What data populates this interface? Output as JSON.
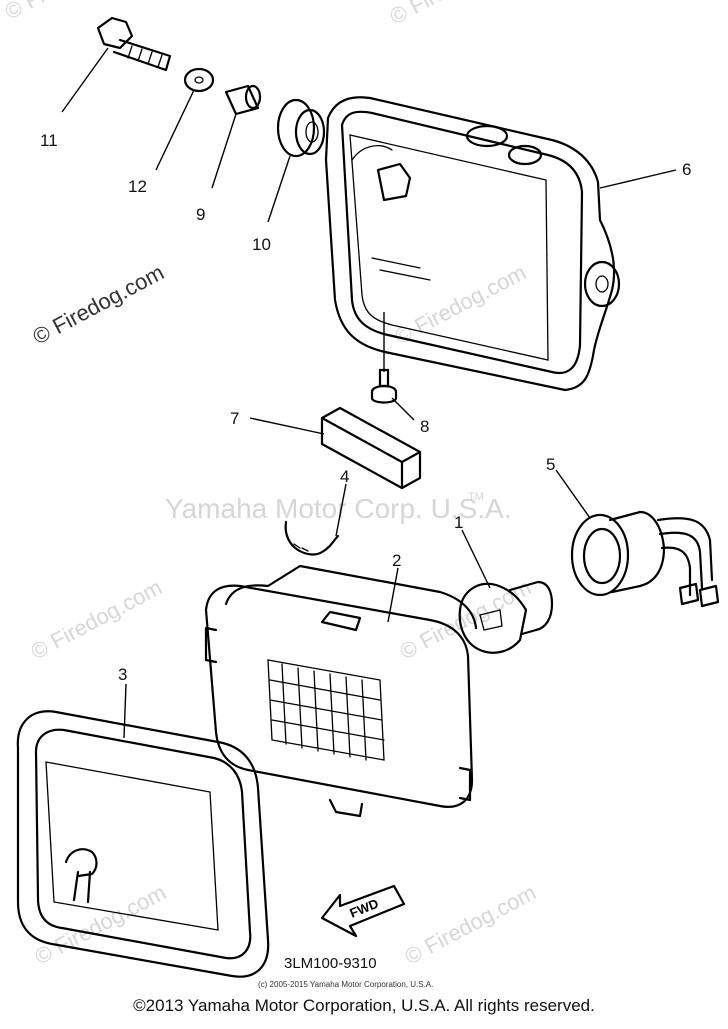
{
  "watermark_site": "© Firedog.com",
  "watermark_brand": "Yamaha Motor Corp. U.S.A.",
  "watermark_tm": "TM",
  "part_numbers": [
    "11",
    "12",
    "9",
    "10",
    "6",
    "7",
    "8",
    "4",
    "5",
    "1",
    "2",
    "3"
  ],
  "fwd_label": "FWD",
  "diagram_code": "3LM100-9310",
  "small_copyright": "(c) 2005-2015 Yamaha Motor Corporation, U.S.A.",
  "footer_copyright": "©2013 Yamaha Motor Corporation, U.S.A. All rights reserved."
}
